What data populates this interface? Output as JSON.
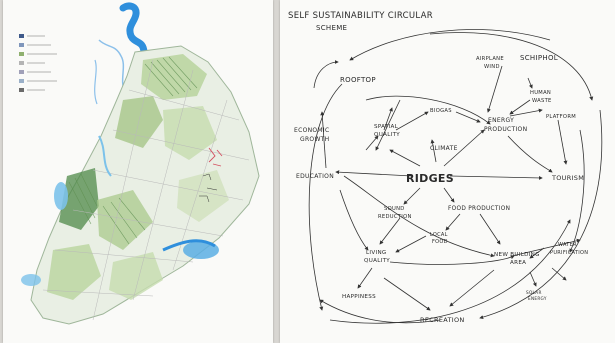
{
  "map": {
    "legend": [
      {
        "label": "",
        "color": "#3f5a8a"
      },
      {
        "label": "",
        "color": "#7f96bb"
      },
      {
        "label": "",
        "color": "#8fb06f"
      },
      {
        "label": "",
        "color": "#b4b4b4"
      },
      {
        "label": "",
        "color": "#a0a0b8"
      },
      {
        "label": "",
        "color": "#9ab0c8"
      },
      {
        "label": "",
        "color": "#6a6a6a"
      }
    ],
    "colors": {
      "water": "#2f8fdc",
      "land": "#e9efe4",
      "green": "#9cc07c",
      "dark_green": "#4f8a4a",
      "red_marks": "#d45060"
    }
  },
  "scheme": {
    "title_line1": "SELF SUSTAINABILITY CIRCULAR",
    "title_line2": "SCHEME",
    "nodes": {
      "rooftop": "ROOFTOP",
      "airplane": "AIRPLANE",
      "wind": "WIND",
      "schiphol": "SCHIPHOL",
      "economic_growth_1": "ECONOMIC",
      "economic_growth_2": "GROWTH",
      "education": "EDUCATION",
      "spatial_quality_1": "SPATIAL",
      "spatial_quality_2": "QUALITY",
      "energy_production_1": "ENERGY",
      "energy_production_2": "PRODUCTION",
      "human_waste_1": "HUMAN",
      "human_waste_2": "WASTE",
      "platform": "PLATFORM",
      "climate": "CLIMATE",
      "ridges": "RIDGES",
      "tourism": "TOURISM",
      "sound_reduction_1": "SOUND",
      "sound_reduction_2": "REDUCTION",
      "food_production": "FOOD PRODUCTION",
      "local_food_1": "LOCAL",
      "local_food_2": "FOOD",
      "living_quality_1": "LIVING",
      "living_quality_2": "QUALITY",
      "new_building_1": "NEW BUILDING",
      "new_building_2": "AREA",
      "water_purification_1": "WATER",
      "water_purification_2": "PURIFICATION",
      "happiness": "HAPPINESS",
      "recreation": "RECREATION",
      "biogas": "BIOGAS",
      "small_1": "SOLAR",
      "small_2": "ENERGY"
    }
  }
}
